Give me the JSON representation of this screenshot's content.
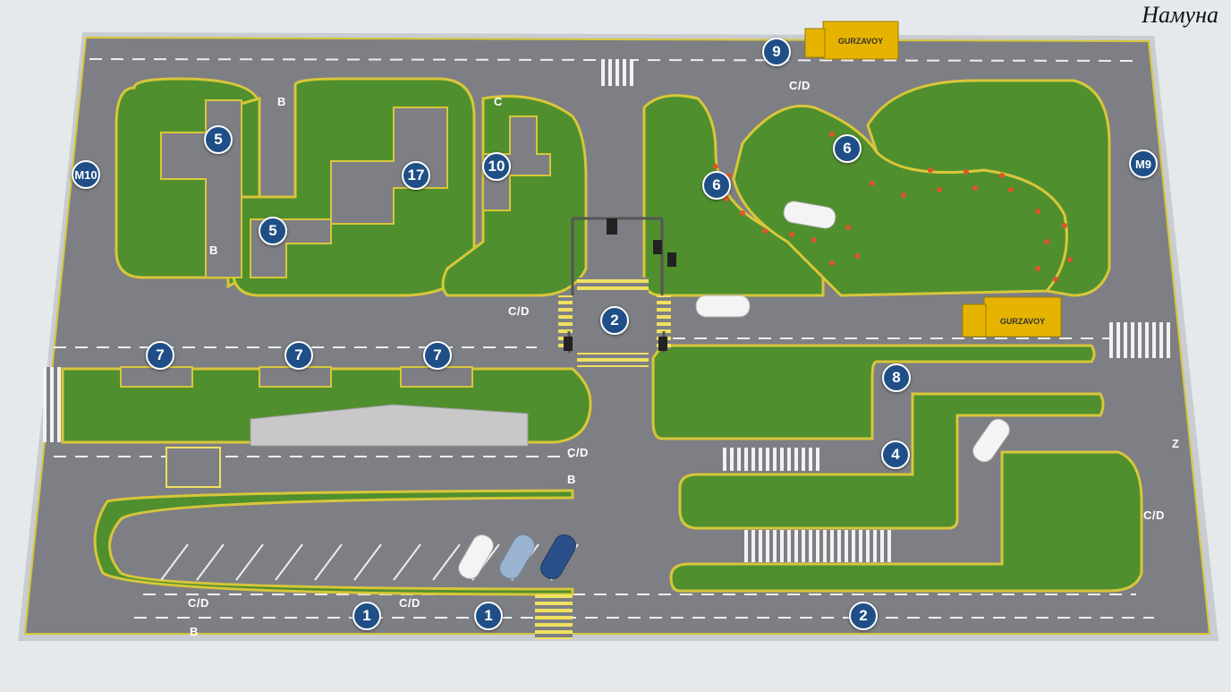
{
  "brand": "Намуна",
  "truck_text": "GURZAVOY",
  "colors": {
    "asphalt": "#7d7f84",
    "grass": "#4f8f2e",
    "curb": "#d8c63a",
    "marker": "#1f4f86",
    "truck": "#e6b400"
  },
  "markers": [
    {
      "id": "m9",
      "text": "9"
    },
    {
      "id": "m5a",
      "text": "5"
    },
    {
      "id": "m5b",
      "text": "5"
    },
    {
      "id": "m17",
      "text": "17"
    },
    {
      "id": "m10",
      "text": "10"
    },
    {
      "id": "mM10",
      "text": "M10"
    },
    {
      "id": "m6a",
      "text": "6"
    },
    {
      "id": "m6b",
      "text": "6"
    },
    {
      "id": "mM9",
      "text": "M9"
    },
    {
      "id": "m2a",
      "text": "2"
    },
    {
      "id": "m7a",
      "text": "7"
    },
    {
      "id": "m7b",
      "text": "7"
    },
    {
      "id": "m7c",
      "text": "7"
    },
    {
      "id": "m8",
      "text": "8"
    },
    {
      "id": "m4",
      "text": "4"
    },
    {
      "id": "m1a",
      "text": "1"
    },
    {
      "id": "m1b",
      "text": "1"
    },
    {
      "id": "m2b",
      "text": "2"
    }
  ],
  "road_labels": {
    "b1": "B",
    "b2": "B",
    "cd1": "C/D",
    "cd2": "C/D",
    "cd3": "C/D",
    "cd4": "C/D",
    "b3": "B",
    "cd5": "C/D",
    "b4": "B",
    "cd6": "C/D",
    "c": "C",
    "z": "Z"
  }
}
